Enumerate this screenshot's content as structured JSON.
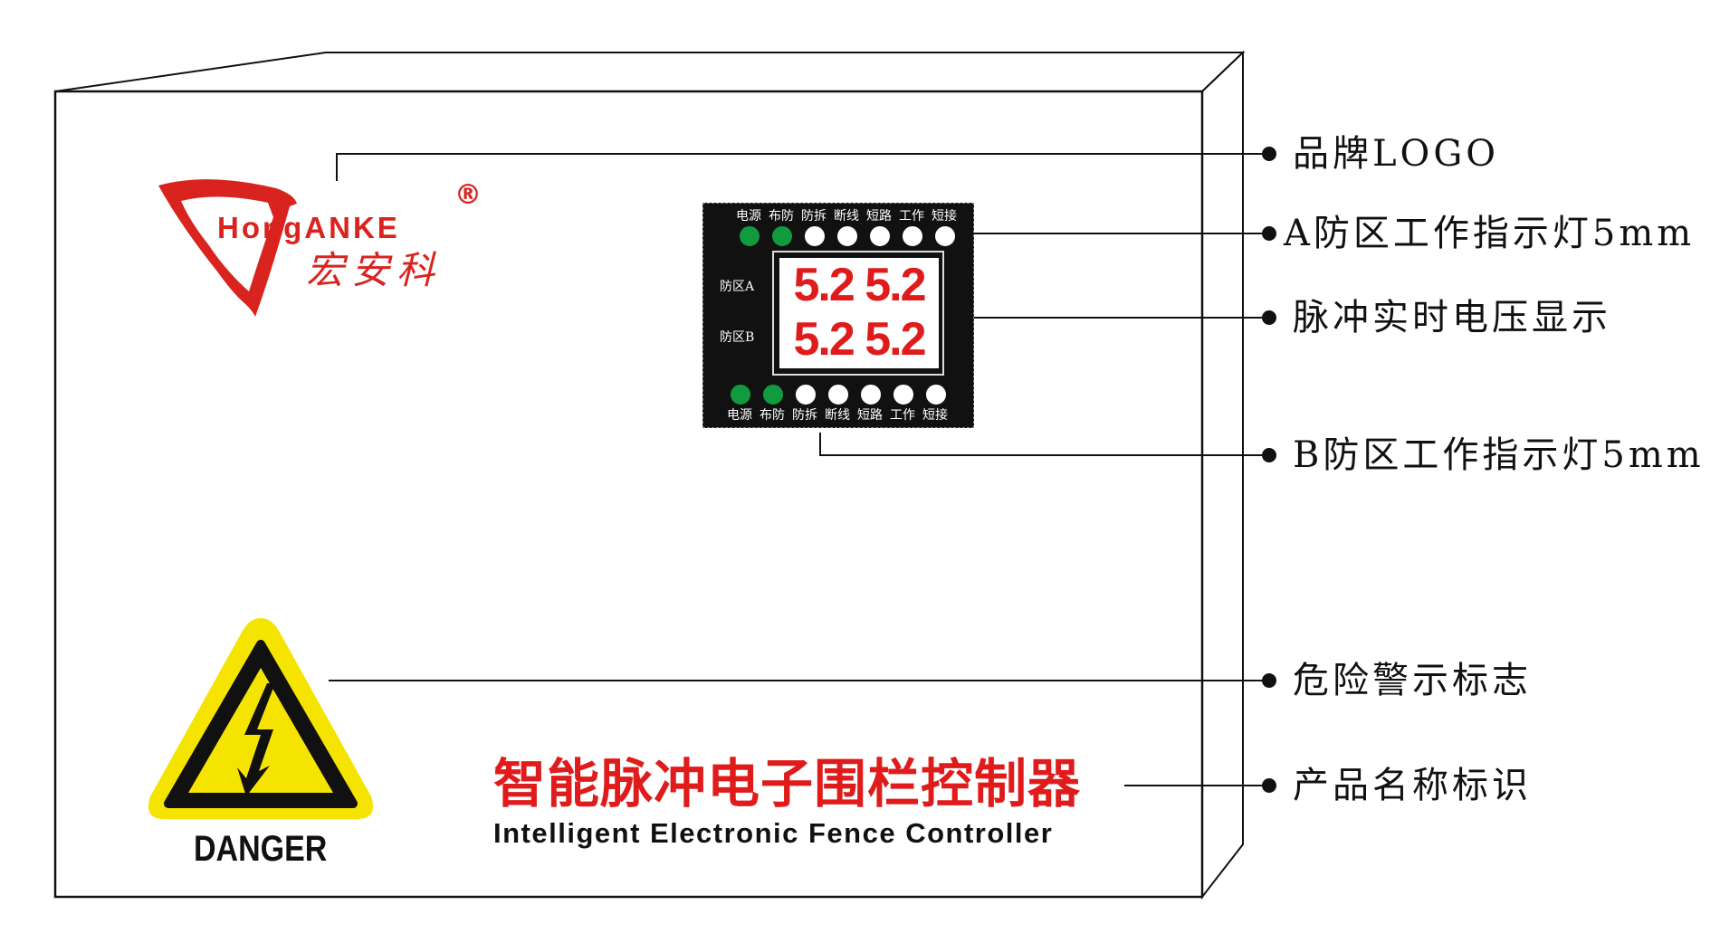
{
  "logo": {
    "brand_en": "HongANKE",
    "brand_cn": "宏安科",
    "registered": "®"
  },
  "panel": {
    "top_led_labels": [
      "电源",
      "布防",
      "防拆",
      "断线",
      "短路",
      "工作",
      "短接"
    ],
    "top_led_states": [
      true,
      true,
      false,
      false,
      false,
      false,
      false
    ],
    "zone_a_label": "防区A",
    "zone_b_label": "防区B",
    "zone_a_values": [
      "5.2",
      "5.2"
    ],
    "zone_b_values": [
      "5.2",
      "5.2"
    ],
    "bottom_led_labels": [
      "电源",
      "布防",
      "防拆",
      "断线",
      "短路",
      "工作",
      "短接"
    ],
    "bottom_led_states": [
      true,
      true,
      false,
      false,
      false,
      false,
      false
    ]
  },
  "danger": {
    "label": "DANGER"
  },
  "product": {
    "name_cn": "智能脉冲电子围栏控制器",
    "name_en": "Intelligent Electronic Fence Controller"
  },
  "callouts": {
    "logo": "品牌LOGO",
    "zone_a_leds": "A防区工作指示灯5mm",
    "voltage": "脉冲实时电压显示",
    "zone_b_leds": "B防区工作指示灯5mm",
    "danger": "危险警示标志",
    "product": "产品名称标识"
  },
  "colors": {
    "brand_red": "#d9231f",
    "led_green": "#129a3f",
    "warning_yellow": "#f5e400"
  }
}
